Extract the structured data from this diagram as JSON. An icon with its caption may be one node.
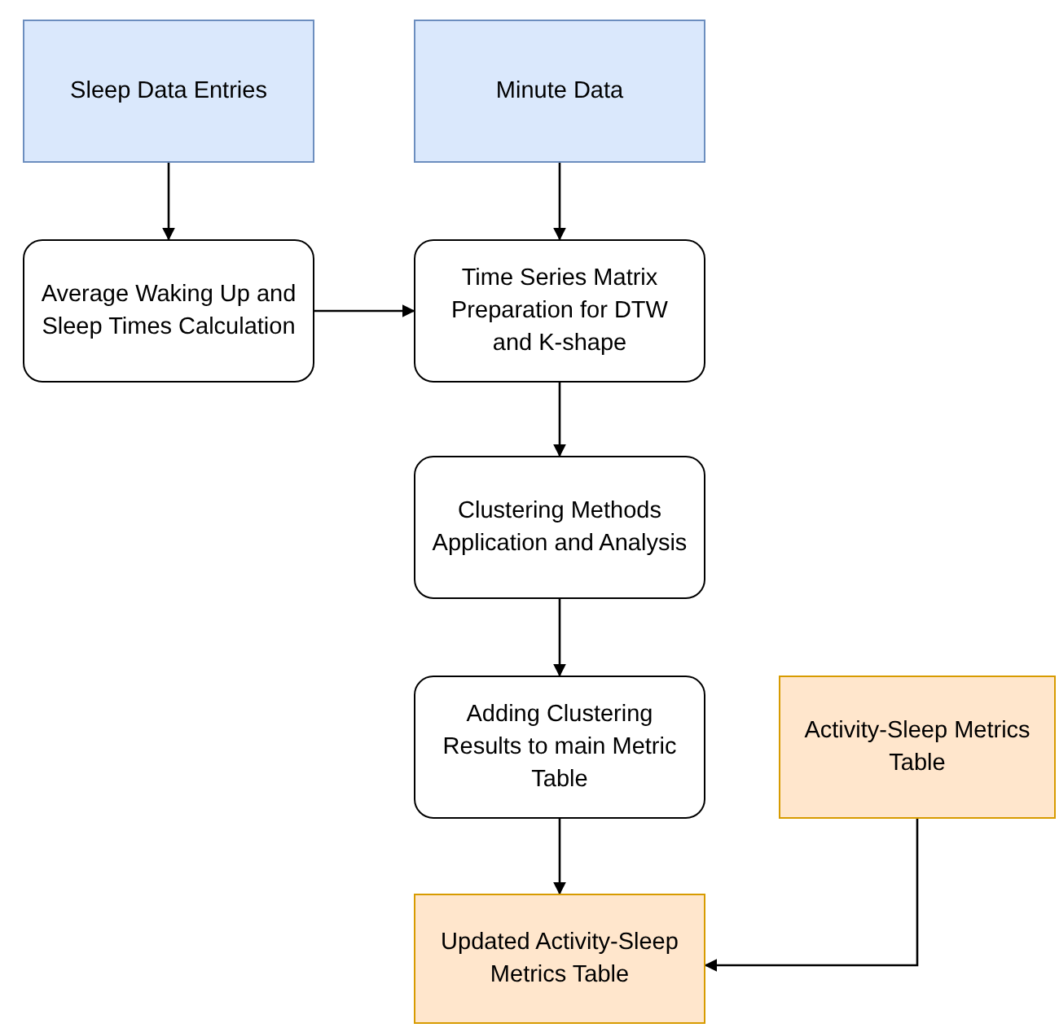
{
  "diagram": {
    "nodes": [
      {
        "text": [
          "Sleep Data Entries"
        ]
      },
      {
        "text": [
          "Minute Data"
        ]
      },
      {
        "text": [
          "Average Waking Up and Sleep Times Calculation"
        ]
      },
      {
        "text": [
          "Time Series Matrix Preparation for DTW and K-shape"
        ]
      },
      {
        "text": [
          "Clustering Methods Application and Analysis"
        ]
      },
      {
        "text": [
          "Adding Clustering Results to main Metric Table"
        ]
      },
      {
        "text": [
          "Activity-Sleep Metrics Table"
        ]
      },
      {
        "text": [
          "Updated Activity-Sleep Metrics Table"
        ]
      }
    ],
    "edges": [
      {
        "from": 0,
        "to": 2,
        "arrow": "to"
      },
      {
        "from": 1,
        "to": 3,
        "arrow": "to"
      },
      {
        "from": 2,
        "to": 3,
        "arrow": "to"
      },
      {
        "from": 3,
        "to": 4,
        "arrow": "to"
      },
      {
        "from": 4,
        "to": 5,
        "arrow": "to"
      },
      {
        "from": 5,
        "to": 7,
        "arrow": "to"
      },
      {
        "from": 6,
        "to": 7,
        "arrow": "to"
      }
    ]
  }
}
